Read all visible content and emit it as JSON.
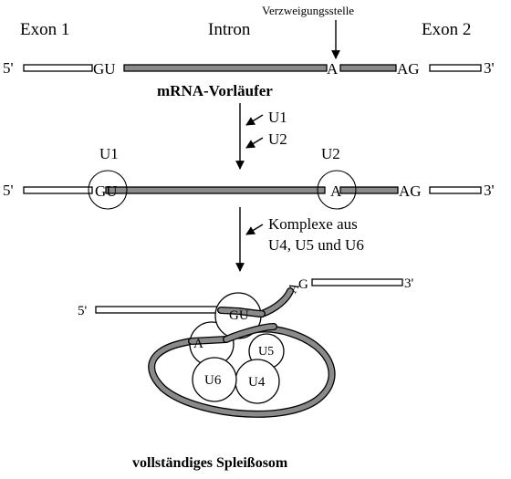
{
  "labels": {
    "exon1": "Exon 1",
    "intron": "Intron",
    "exon2": "Exon 2",
    "branch_point": "Verzweigungsstelle",
    "pre_mrna": "mRNA-Vorläufer",
    "spliceosome": "vollständiges Spleißosom"
  },
  "row1": {
    "five": "5'",
    "gu": "GU",
    "a": "A",
    "ag": "AG",
    "three": "3'"
  },
  "step1": {
    "line1": "U1",
    "line2": "U2"
  },
  "row2": {
    "u1": "U1",
    "u2": "U2",
    "five": "5'",
    "gu": "GU",
    "a": "A",
    "ag": "AG",
    "three": "3'"
  },
  "step2": {
    "line1": "Komplexe aus",
    "line2": "U4, U5 und U6"
  },
  "row3": {
    "five": "5'",
    "three": "3'",
    "ag_a": "A",
    "ag_g": "G",
    "gu": "GU",
    "a": "A",
    "u5": "U5",
    "u6": "U6",
    "u4": "U4"
  }
}
